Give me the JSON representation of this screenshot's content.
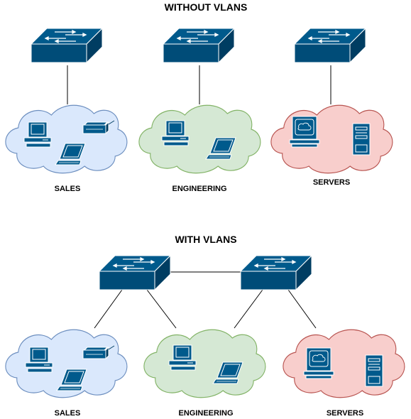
{
  "diagram": {
    "title_without": "WITHOUT VLANS",
    "title_with": "WITH VLANS",
    "labels": {
      "sales_top": "SALES",
      "engineering_top": "ENGINEERING",
      "servers_top": "SERVERS",
      "sales_bottom": "SALES",
      "engineering_bottom": "ENGINEERING",
      "servers_bottom": "SERVERS"
    }
  },
  "colors": {
    "switch_top": "#005a8c",
    "switch_front": "#004c78",
    "switch_side": "#003d62",
    "device_fill": "#005a8c",
    "sales_cloud_fill": "#dae8fc",
    "sales_cloud_stroke": "#6c8ebf",
    "engineering_cloud_fill": "#d5e8d4",
    "engineering_cloud_stroke": "#82b366",
    "servers_cloud_fill": "#f8cecc",
    "servers_cloud_stroke": "#b85450"
  },
  "icons": [
    "network-switch-icon",
    "desktop-computer-icon",
    "laptop-icon",
    "printer-icon",
    "monitor-icon",
    "server-tower-icon",
    "cloud-icon"
  ]
}
